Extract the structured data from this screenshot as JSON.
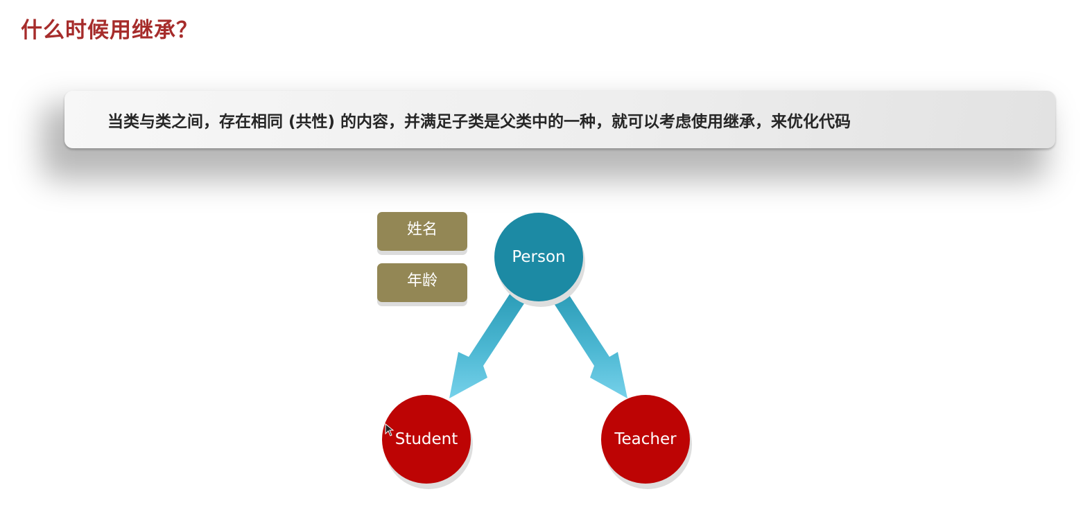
{
  "slide": {
    "title": "什么时候用继承？",
    "banner_text": "当类与类之间，存在相同 (共性) 的内容，并满足子类是父类中的一种，就可以考虑使用继承，来优化代码"
  },
  "diagram": {
    "parent": {
      "label": "Person",
      "color": "#1c8aa4"
    },
    "attributes": [
      {
        "label": "姓名",
        "color": "#938755"
      },
      {
        "label": "年龄",
        "color": "#938755"
      }
    ],
    "children": [
      {
        "label": "Student",
        "color": "#bd0404"
      },
      {
        "label": "Teacher",
        "color": "#bd0404"
      }
    ],
    "arrow_colors": {
      "top": "#2a9bb6",
      "bottom": "#76d1ea"
    }
  },
  "colors": {
    "title": "#a62c2b",
    "banner_text": "#262626"
  }
}
